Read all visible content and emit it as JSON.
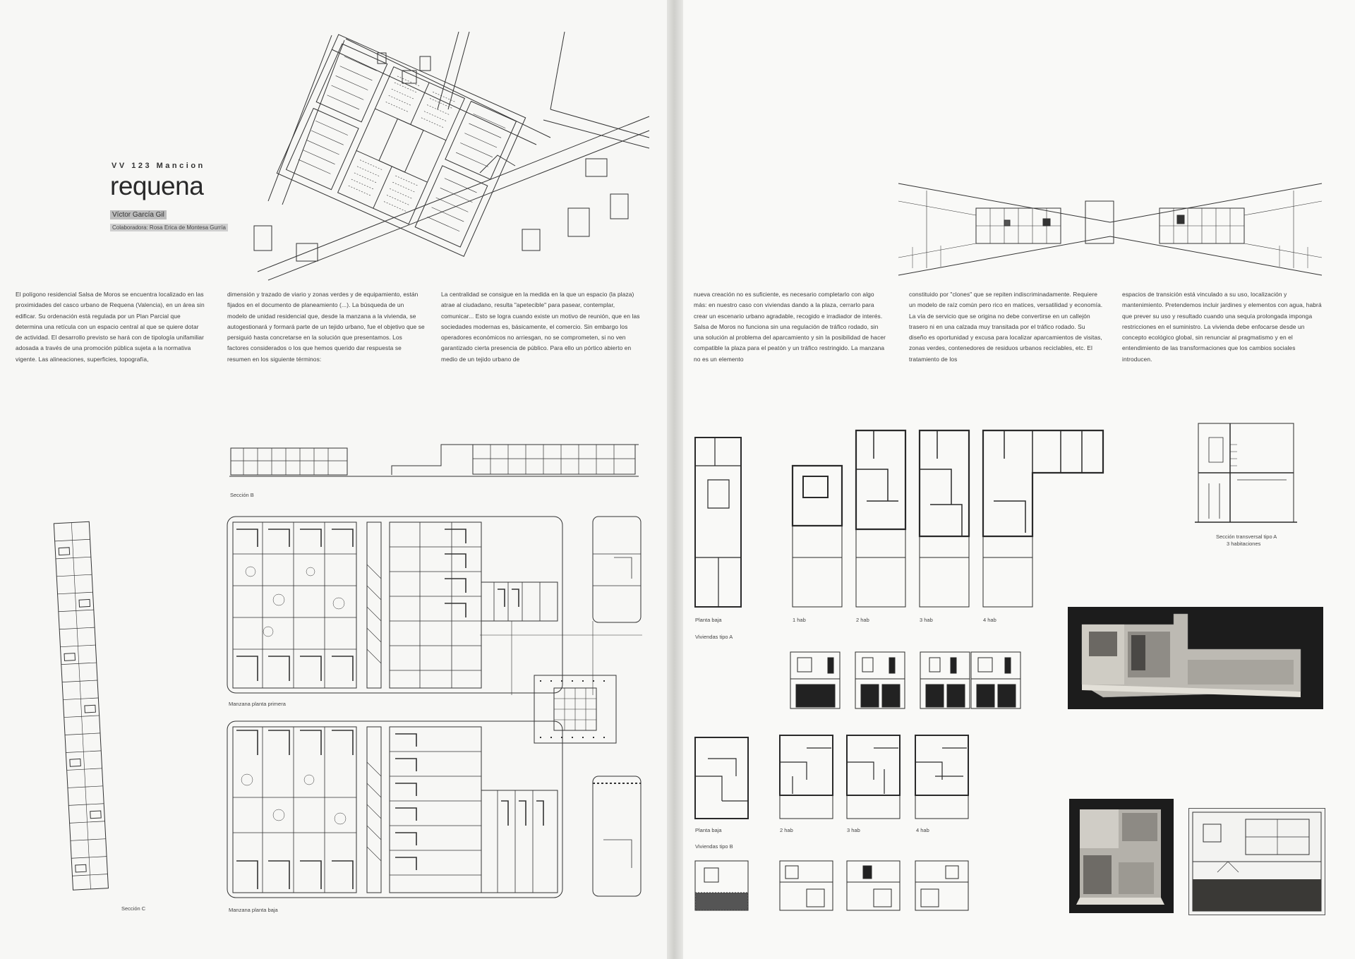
{
  "project": {
    "kicker": "VV 123 Mancion",
    "title": "requena",
    "author": "Víctor García Gil",
    "credit": "Colaboradora: Rosa Erica de Montesa Gurría"
  },
  "left_columns": [
    "El polígono residencial Salsa de Moros se encuentra localizado en las proximidades del casco urbano de Requena (Valencia), en un área sin edificar. Su ordenación está regulada por un Plan Parcial que determina una retícula con un espacio central al que se quiere dotar de actividad. El desarrollo previsto se hará con de tipología unifamiliar adosada a través de una promoción pública sujeta a la normativa vigente. Las alineaciones, superficies, topografía,",
    "dimensión y trazado de viario y zonas verdes y de equipamiento, están fijados en el documento de planeamiento (...). La búsqueda de un modelo de unidad residencial que, desde la manzana a la vivienda, se autogestionará y formará parte de un tejido urbano, fue el objetivo que se persiguió hasta concretarse en la solución que presentamos. Los factores considerados o los que hemos querido dar respuesta se resumen en los siguiente términos:",
    "La centralidad se consigue en la medida en la que un espacio (la plaza) atrae al ciudadano, resulta \"apetecible\" para pasear, contemplar, comunicar... Esto se logra cuando existe un motivo de reunión, que en las sociedades modernas es, básicamente, el comercio. Sin embargo los operadores económicos no arriesgan, no se comprometen, si no ven garantizado cierta presencia de público. Para ello un pórtico abierto en medio de un tejido urbano de"
  ],
  "right_columns": [
    "nueva creación no es suficiente, es necesario completarlo con algo más: en nuestro caso con viviendas dando a la plaza, cerrarlo para crear un escenario urbano agradable, recogido e irradiador de interés. Salsa de Moros no funciona sin una regulación de tráfico rodado, sin una solución al problema del aparcamiento y sin la posibilidad de hacer compatible la plaza para el peatón y un tráfico restringido. La manzana no es un elemento",
    "constituido por \"clones\" que se repiten indiscriminadamente. Requiere un modelo de raíz común pero rico en matices, versatilidad y economía. La vía de servicio que se origina no debe convertirse en un callejón trasero ni en una calzada muy transitada por el tráfico rodado. Su diseño es oportunidad y excusa para localizar aparcamientos de visitas, zonas verdes, contenedores de residuos urbanos reciclables, etc. El tratamiento de los",
    "espacios de transición está vinculado a su uso, localización y mantenimiento. Pretendemos incluir jardines y elementos con agua, habrá que prever su uso y resultado cuando una sequía prolongada imponga restricciones en el suministro. La vivienda debe enfocarse desde un concepto ecológico global, sin renunciar al pragmatismo y en el entendimiento de las transformaciones que los cambios sociales introducen."
  ],
  "captions": {
    "seccion_b": "Sección B",
    "seccion_c": "Sección C",
    "manzana_primera": "Manzana planta primera",
    "manzana_baja": "Manzana planta baja",
    "planta_baja_a": "Planta baja",
    "hab1_a": "1 hab",
    "hab2_a": "2 hab",
    "hab3_a": "3 hab",
    "hab4_a": "4 hab",
    "viviendas_a": "Viviendas tipo A",
    "seccion_transversal_1": "Sección transversal tipo A",
    "seccion_transversal_2": "3 habitaciones",
    "planta_baja_b": "Planta baja",
    "viviendas_b": "Viviendas tipo B",
    "hab2_b": "2 hab",
    "hab3_b": "3 hab",
    "hab4_b": "4 hab"
  },
  "colors": {
    "ink": "#2a2a2a",
    "paper": "#f7f7f5",
    "photo_bg": "#1c1c1c",
    "highlight": "#bdbdbd"
  }
}
